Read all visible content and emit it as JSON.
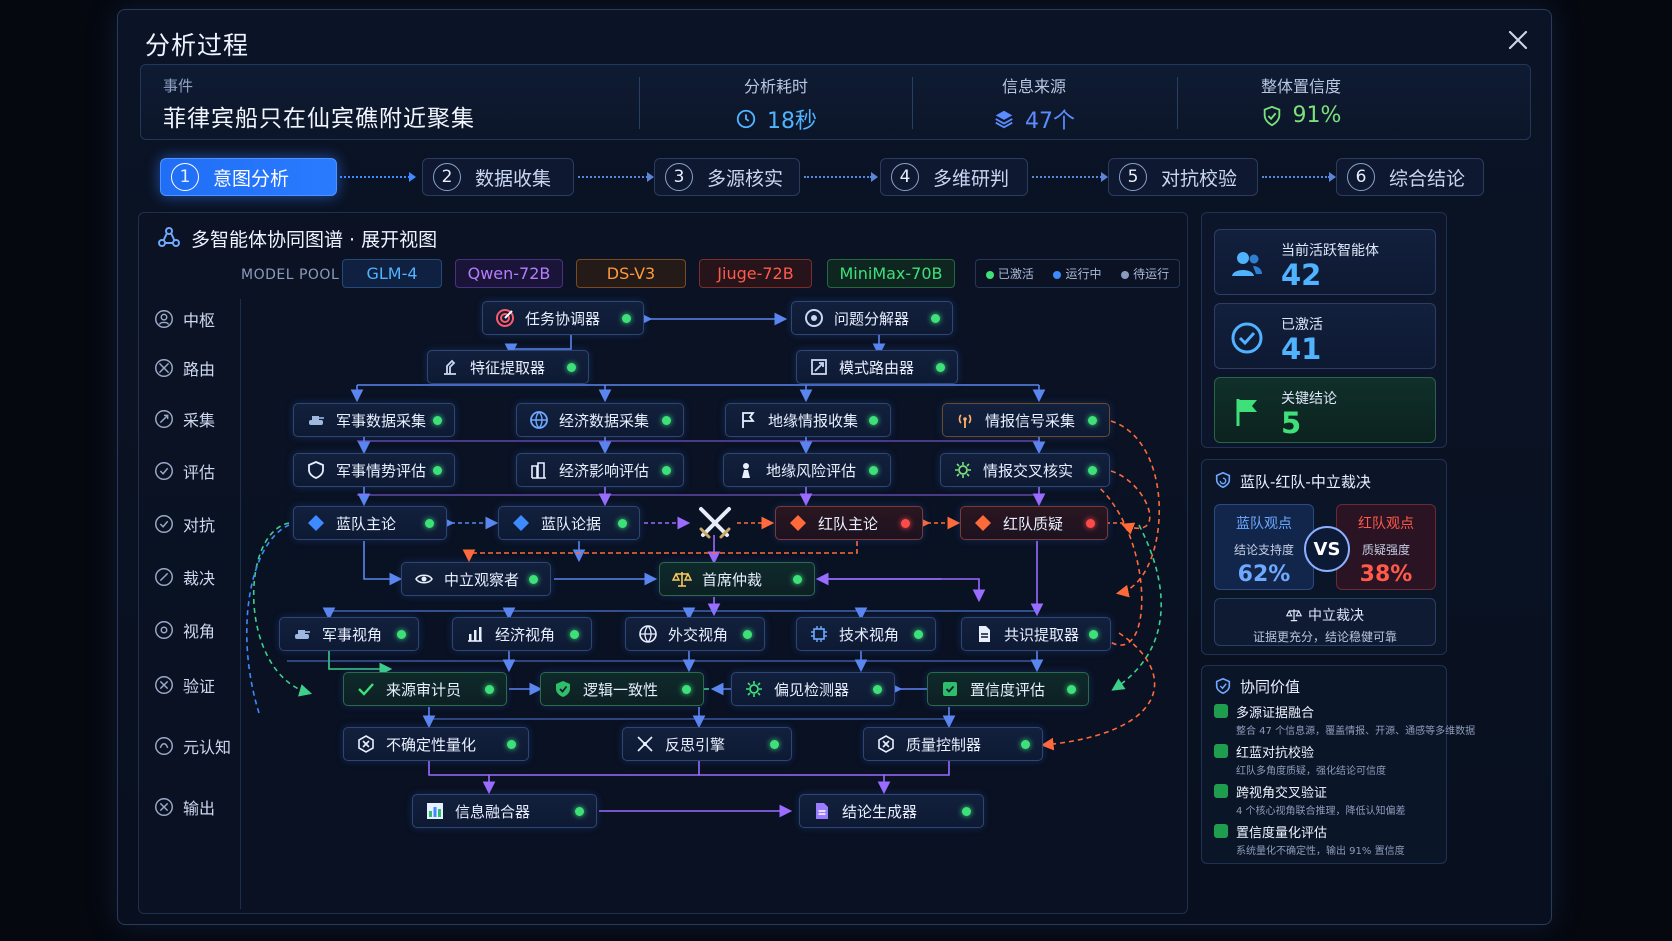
{
  "window": {
    "title": "分析过程"
  },
  "event": {
    "label": "事件",
    "title": "菲律宾船只在仙宾礁附近聚集"
  },
  "stats": [
    {
      "label": "分析耗时",
      "value": "18秒",
      "icon": "clock-icon",
      "color": "#4fb3ff"
    },
    {
      "label": "信息来源",
      "value": "47个",
      "icon": "layers-icon",
      "color": "#5b8cff"
    },
    {
      "label": "整体置信度",
      "value": "91%",
      "icon": "shield-check-icon",
      "color": "#3ee07a"
    }
  ],
  "steps": [
    {
      "num": "1",
      "label": "意图分析",
      "active": true
    },
    {
      "num": "2",
      "label": "数据收集"
    },
    {
      "num": "3",
      "label": "多源核实"
    },
    {
      "num": "4",
      "label": "多维研判"
    },
    {
      "num": "5",
      "label": "对抗校验"
    },
    {
      "num": "6",
      "label": "综合结论"
    }
  ],
  "graph": {
    "title": "多智能体协同图谱 · 展开视图",
    "pool_label": "MODEL POOL",
    "models": [
      {
        "name": "GLM-4",
        "color": "#4fb3ff"
      },
      {
        "name": "Qwen-72B",
        "color": "#b47cff"
      },
      {
        "name": "DS-V3",
        "color": "#ff9a3c"
      },
      {
        "name": "Jiuge-72B",
        "color": "#ff5a4a"
      },
      {
        "name": "MiniMax-70B",
        "color": "#3ee07a"
      }
    ],
    "legend": [
      {
        "label": "已激活",
        "color": "#3ee07a"
      },
      {
        "label": "运行中",
        "color": "#3d8bff"
      },
      {
        "label": "待运行",
        "color": "#8a9bbd"
      }
    ],
    "rows": [
      "中枢",
      "路由",
      "采集",
      "评估",
      "对抗",
      "裁决",
      "视角",
      "验证",
      "元认知",
      "输出"
    ],
    "nodes": {
      "task_coordinator": "任务协调器",
      "problem_decomposer": "问题分解器",
      "feature_extractor": "特征提取器",
      "pattern_router": "模式路由器",
      "military_collect": "军事数据采集",
      "economic_collect": "经济数据采集",
      "geo_collect": "地缘情报收集",
      "signal_collect": "情报信号采集",
      "military_eval": "军事情势评估",
      "economic_eval": "经济影响评估",
      "geo_eval": "地缘风险评估",
      "cross_verify": "情报交叉核实",
      "blue_main": "蓝队主论",
      "blue_evidence": "蓝队论据",
      "red_main": "红队主论",
      "red_question": "红队质疑",
      "neutral_observer": "中立观察者",
      "chief_arbiter": "首席仲裁",
      "military_view": "军事视角",
      "economic_view": "经济视角",
      "diplomatic_view": "外交视角",
      "tech_view": "技术视角",
      "consensus_extractor": "共识提取器",
      "source_auditor": "来源审计员",
      "logic_consistency": "逻辑一致性",
      "bias_detector": "偏见检测器",
      "confidence_eval": "置信度评估",
      "uncertainty_quant": "不确定性量化",
      "reflection_engine": "反思引擎",
      "quality_controller": "质量控制器",
      "info_fusion": "信息融合器",
      "conclusion_gen": "结论生成器"
    }
  },
  "side": {
    "cards": [
      {
        "label": "当前活跃智能体",
        "value": "42",
        "icon": "users-icon",
        "color": "#4fb3ff"
      },
      {
        "label": "已激活",
        "value": "41",
        "icon": "check-circle-icon",
        "color": "#4fb3ff"
      },
      {
        "label": "关键结论",
        "value": "5",
        "icon": "flag-icon",
        "color": "#3ee07a"
      }
    ],
    "versus": {
      "title": "蓝队-红队-中立裁决",
      "blue_head": "蓝队观点",
      "blue_sub": "结论支持度",
      "blue_value": "62%",
      "red_head": "红队观点",
      "red_sub": "质疑强度",
      "red_value": "38%",
      "vs": "VS",
      "neutral_head": "中立裁决",
      "neutral_desc": "证据更充分，结论稳健可靠"
    },
    "value": {
      "title": "协同价值",
      "items": [
        {
          "head": "多源证据融合",
          "desc": "整合 47 个信息源，覆盖情报、开源、通感等多维数据"
        },
        {
          "head": "红蓝对抗校验",
          "desc": "红队多角度质疑，强化结论可信度"
        },
        {
          "head": "跨视角交叉验证",
          "desc": "4 个核心视角联合推理，降低认知偏差"
        },
        {
          "head": "置信度量化评估",
          "desc": "系统量化不确定性，输出 91% 置信度"
        }
      ]
    }
  }
}
